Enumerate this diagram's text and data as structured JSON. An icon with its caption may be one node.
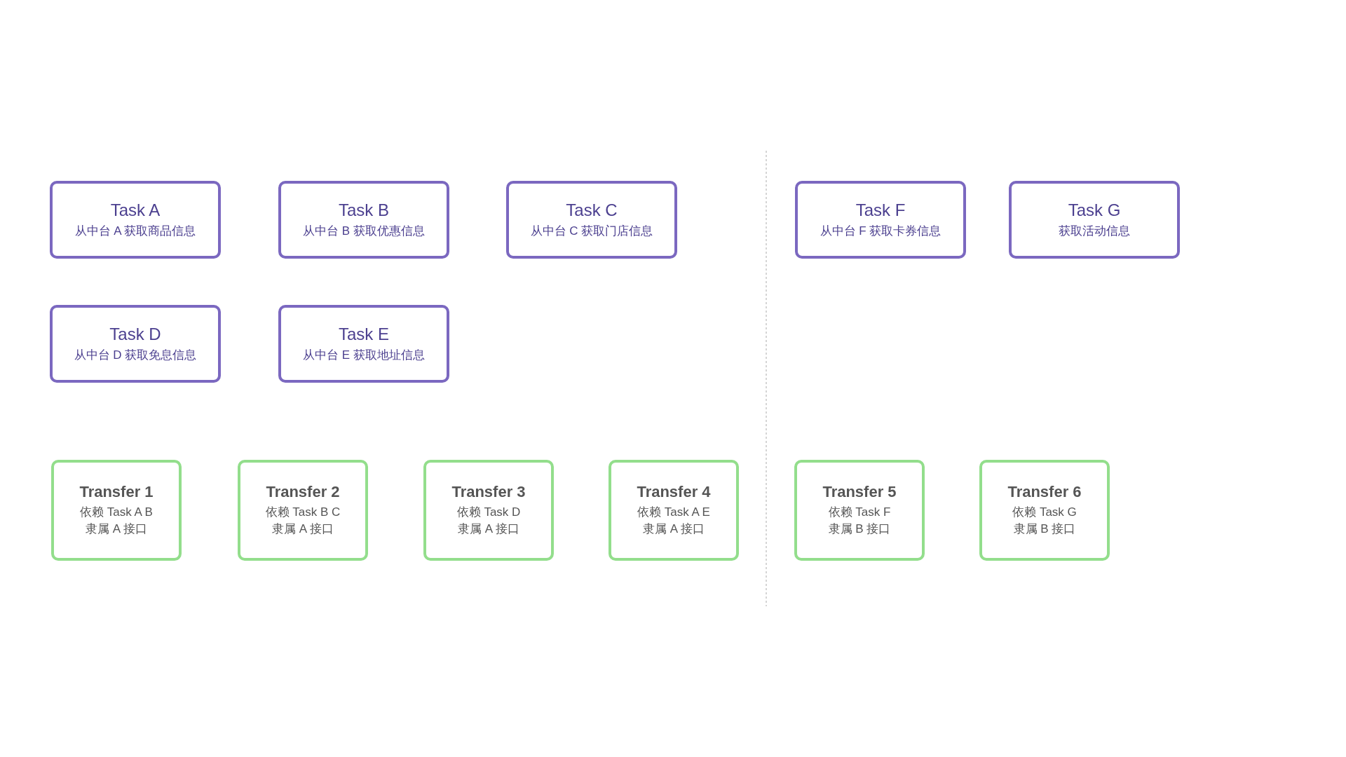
{
  "diagram": {
    "nodes": [
      {
        "text": [
          "Task A",
          "从中台 A 获取商品信息"
        ]
      },
      {
        "text": [
          "Task B",
          "从中台 B 获取优惠信息"
        ]
      },
      {
        "text": [
          "Task C",
          "从中台 C 获取门店信息"
        ]
      },
      {
        "text": [
          "Task F",
          "从中台 F 获取卡券信息"
        ]
      },
      {
        "text": [
          "Task G",
          "获取活动信息"
        ]
      },
      {
        "text": [
          "Task D",
          "从中台 D 获取免息信息"
        ]
      },
      {
        "text": [
          "Task E",
          "从中台 E 获取地址信息"
        ]
      },
      {
        "text": [
          "Transfer 1",
          "依赖 Task A B",
          "隶属 A 接口"
        ]
      },
      {
        "text": [
          "Transfer 2",
          "依赖 Task B C",
          "隶属 A 接口"
        ]
      },
      {
        "text": [
          "Transfer 3",
          "依赖 Task D",
          "隶属 A 接口"
        ]
      },
      {
        "text": [
          "Transfer 4",
          "依赖 Task A E",
          "隶属 A 接口"
        ]
      },
      {
        "text": [
          "Transfer 5",
          "依赖 Task F",
          "隶属 B 接口"
        ]
      },
      {
        "text": [
          "Transfer 6",
          "依赖 Task G",
          "隶属 B 接口"
        ]
      }
    ]
  }
}
